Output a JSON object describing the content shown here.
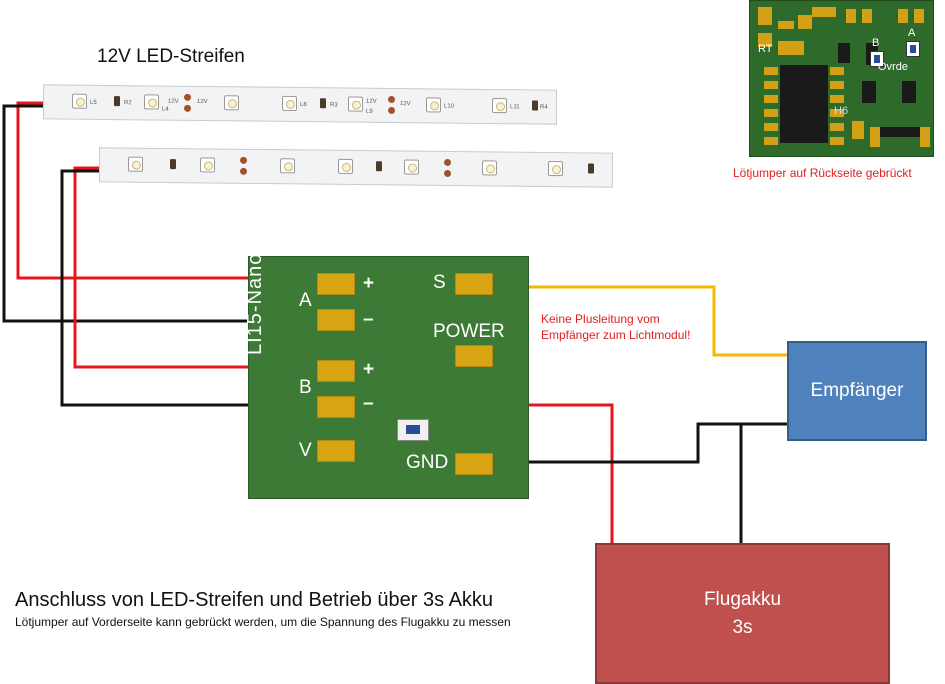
{
  "strips": {
    "title": "12V LED-Streifen",
    "labels": [
      "L5",
      "R2",
      "L4",
      "12V",
      "12V",
      "L8",
      "R3",
      "12V",
      "L9",
      "12V",
      "L10",
      "L11",
      "R4"
    ]
  },
  "pcb": {
    "vertical_label": "LI15-Nano",
    "pad_a": "A",
    "pad_b": "B",
    "pad_v": "V",
    "plus": "+",
    "minus": "–",
    "pad_s": "S",
    "pad_power": "POWER",
    "pad_gnd": "GND"
  },
  "note": "Keine Plusleitung vom Empfänger zum Lichtmodul!",
  "receiver": "Empfänger",
  "battery": {
    "line1": "Flugakku",
    "line2": "3s"
  },
  "photo": {
    "labels": [
      "RT",
      "B",
      "A",
      "Ovrde",
      "H6"
    ],
    "caption": "Lötjumper auf Rückseite gebrückt"
  },
  "footer": {
    "heading": "Anschluss von LED-Streifen und Betrieb über 3s Akku",
    "subheading": "Lötjumper auf Vorderseite kann gebrückt werden, um die Spannung des Flugakku zu messen"
  },
  "colors": {
    "red_wire": "#e8141b",
    "black_wire": "#111111",
    "yellow_wire": "#f5b800",
    "pcb": "#3d7a35",
    "receiver": "#4f81bd",
    "battery": "#c0504d"
  }
}
